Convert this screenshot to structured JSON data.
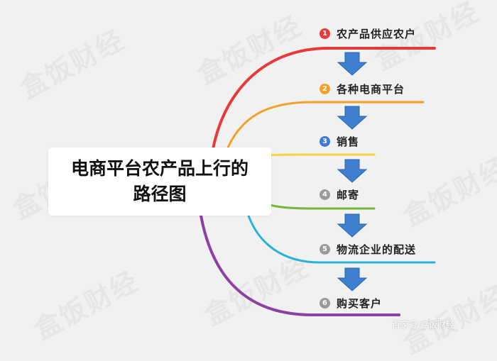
{
  "title": "电商平台农产品上行的路径图",
  "watermark_text": "盒饭财经",
  "footer_text": "百家号/盒饭财经",
  "steps": [
    {
      "num": "1",
      "label": "农产品供应农户",
      "color": "#e8393a"
    },
    {
      "num": "2",
      "label": "各种电商平台",
      "color": "#f3a029"
    },
    {
      "num": "3",
      "label": "销售",
      "color": "#3a7bd5"
    },
    {
      "num": "4",
      "label": "邮寄",
      "color": "#9a9a9a"
    },
    {
      "num": "5",
      "label": "物流企业的配送",
      "color": "#9a9a9a"
    },
    {
      "num": "6",
      "label": "购买客户",
      "color": "#9a9a9a"
    }
  ],
  "branch_colors": [
    "#e8393a",
    "#f3a029",
    "#f2d43c",
    "#74b83b",
    "#27b3d6",
    "#8e3fa3"
  ],
  "arrow_color": "#3e7fd0"
}
